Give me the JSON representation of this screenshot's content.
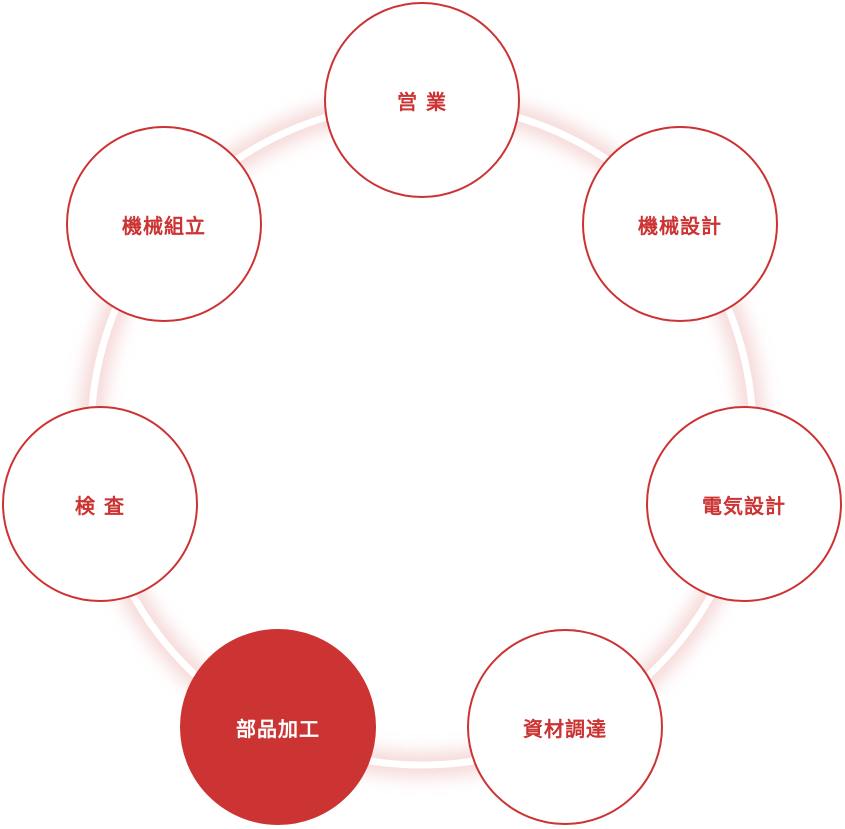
{
  "colors": {
    "accent": "#cc3333",
    "ring_glow": "#f6d6d6",
    "active_text": "#ffffff",
    "background": "#ffffff"
  },
  "nodes": [
    {
      "label": "営 業",
      "active": false
    },
    {
      "label": "機械設計",
      "active": false
    },
    {
      "label": "電気設計",
      "active": false
    },
    {
      "label": "資材調達",
      "active": false
    },
    {
      "label": "部品加工",
      "active": true
    },
    {
      "label": "検 査",
      "active": false
    },
    {
      "label": "機械組立",
      "active": false
    }
  ]
}
